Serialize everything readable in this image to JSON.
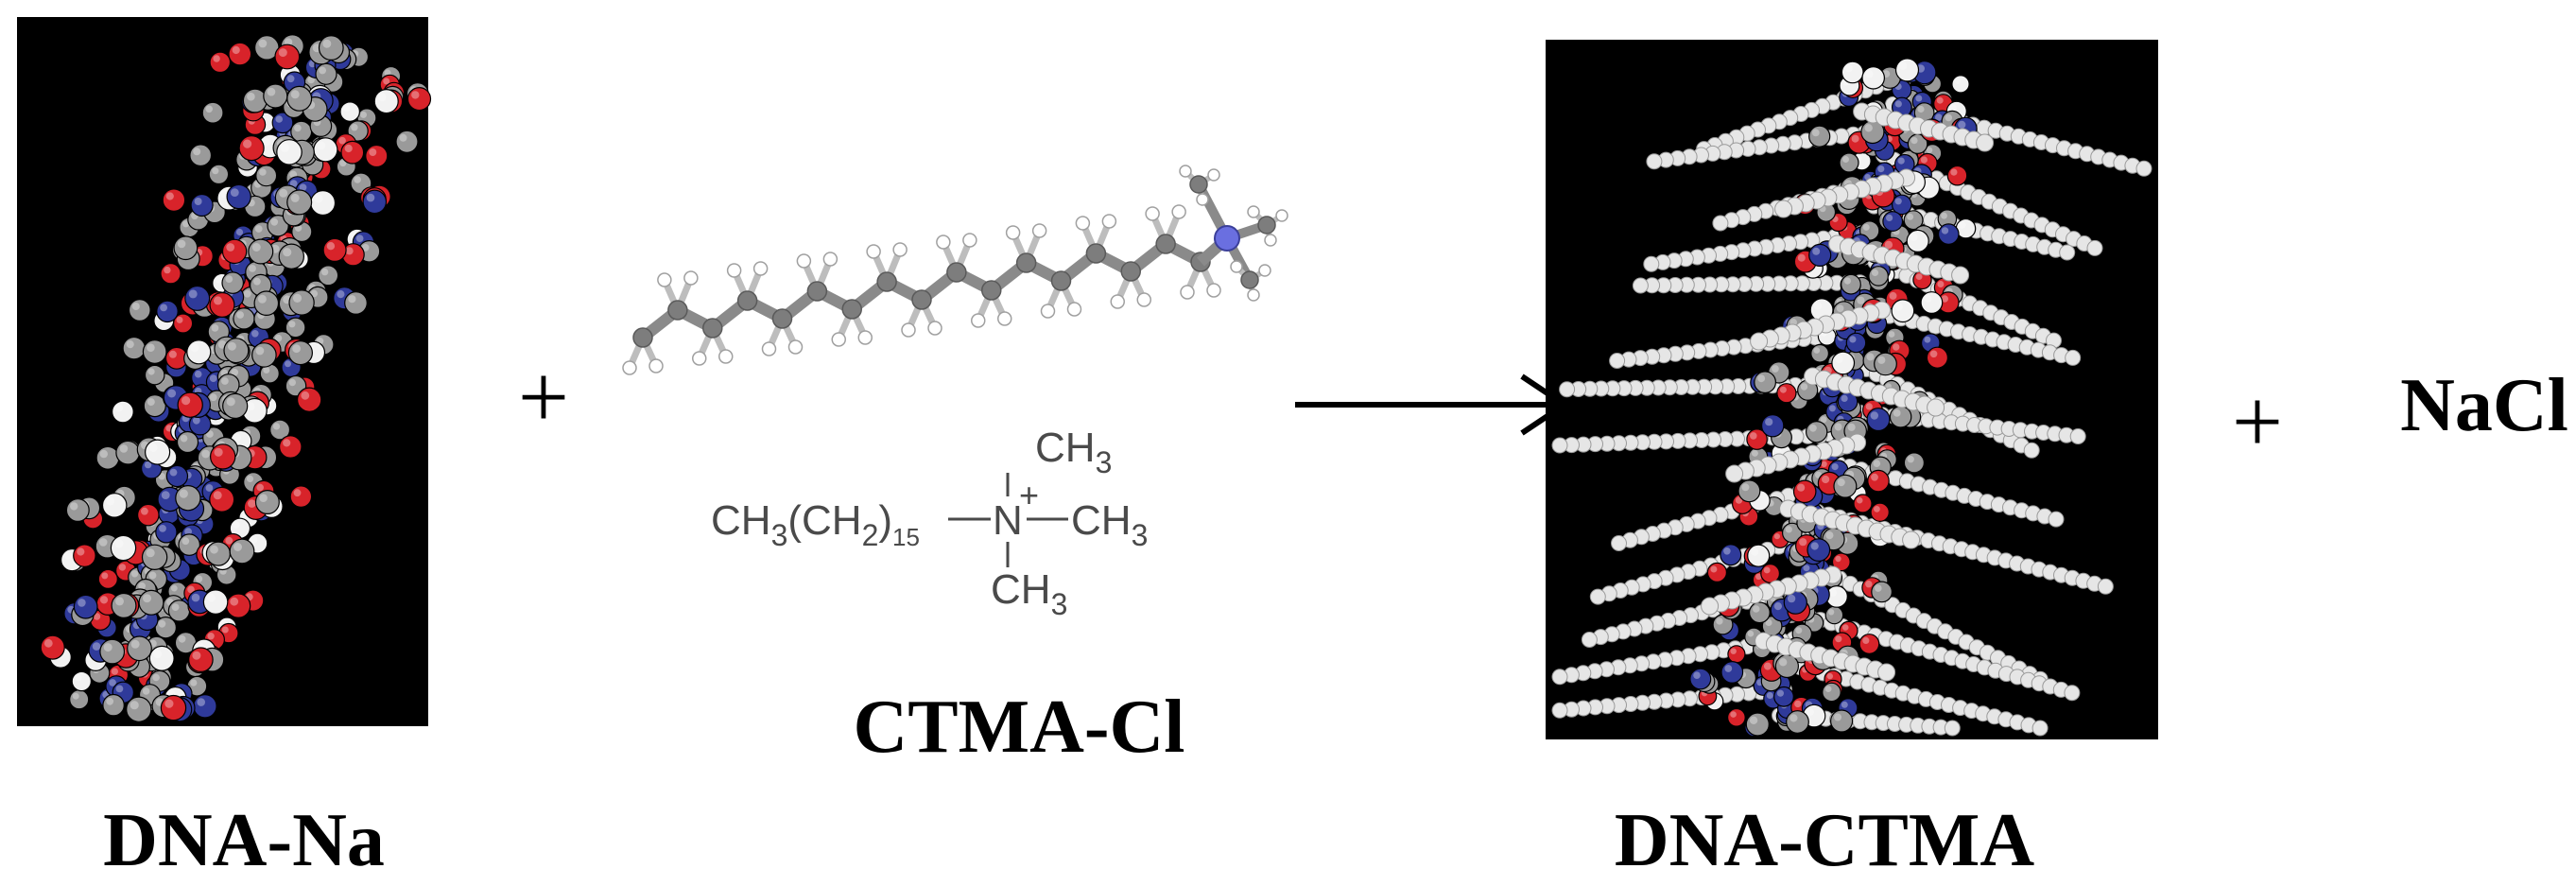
{
  "reactant_1": {
    "label": "DNA-Na"
  },
  "reactant_2": {
    "label": "CTMA-Cl",
    "formula": {
      "chain": "CH",
      "chain_sub": "3",
      "chain_paren": "(CH",
      "chain_paren_sub": "2",
      "chain_close": ")",
      "chain_n": "15",
      "center": "N",
      "charge": "+",
      "methyl": "CH",
      "methyl_sub": "3"
    }
  },
  "product_1": {
    "label": "DNA-CTMA"
  },
  "product_2": {
    "label": "NaCl"
  },
  "operators": {
    "plus_1": "+",
    "plus_2": "+"
  },
  "colors": {
    "panel_bg": "#000000",
    "oxygen": "#d8232a",
    "carbon": "#9a9a9a",
    "nitrogen": "#2f3a9a",
    "hydrogen": "#f2f2f2",
    "surfactant_tail": "#e6e6e6",
    "nitrogen_ball": "#6a6fe0"
  }
}
